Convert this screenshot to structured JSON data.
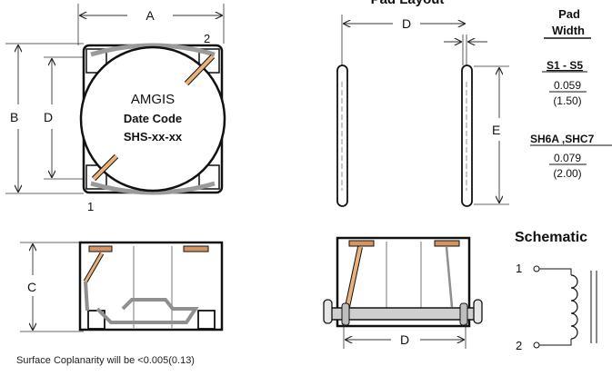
{
  "top_view": {
    "dim_a": "A",
    "dim_b": "B",
    "dim_d": "D",
    "pin1": "1",
    "pin2": "2",
    "brand": "AMGIS",
    "line2": "Date Code",
    "line3": "SHS-xx-xx"
  },
  "side_view": {
    "dim_c": "C"
  },
  "pad_layout": {
    "title": "Pad Layout",
    "dim_d": "D",
    "dim_e": "E",
    "pad_width_line1": "Pad",
    "pad_width_line2": "Width",
    "rows": [
      {
        "label": "S1 - S5",
        "value_in": "0.059",
        "value_mm": "(1.50)"
      },
      {
        "label": "SH6A ,SHC7",
        "value_in": "0.079",
        "value_mm": "(2.00)"
      }
    ]
  },
  "mounted_view": {
    "dim_d": "D"
  },
  "schematic": {
    "title": "Schematic",
    "pin1": "1",
    "pin2": "2"
  },
  "footnote": "Surface  Coplanarity will be <0.005(0.13)"
}
